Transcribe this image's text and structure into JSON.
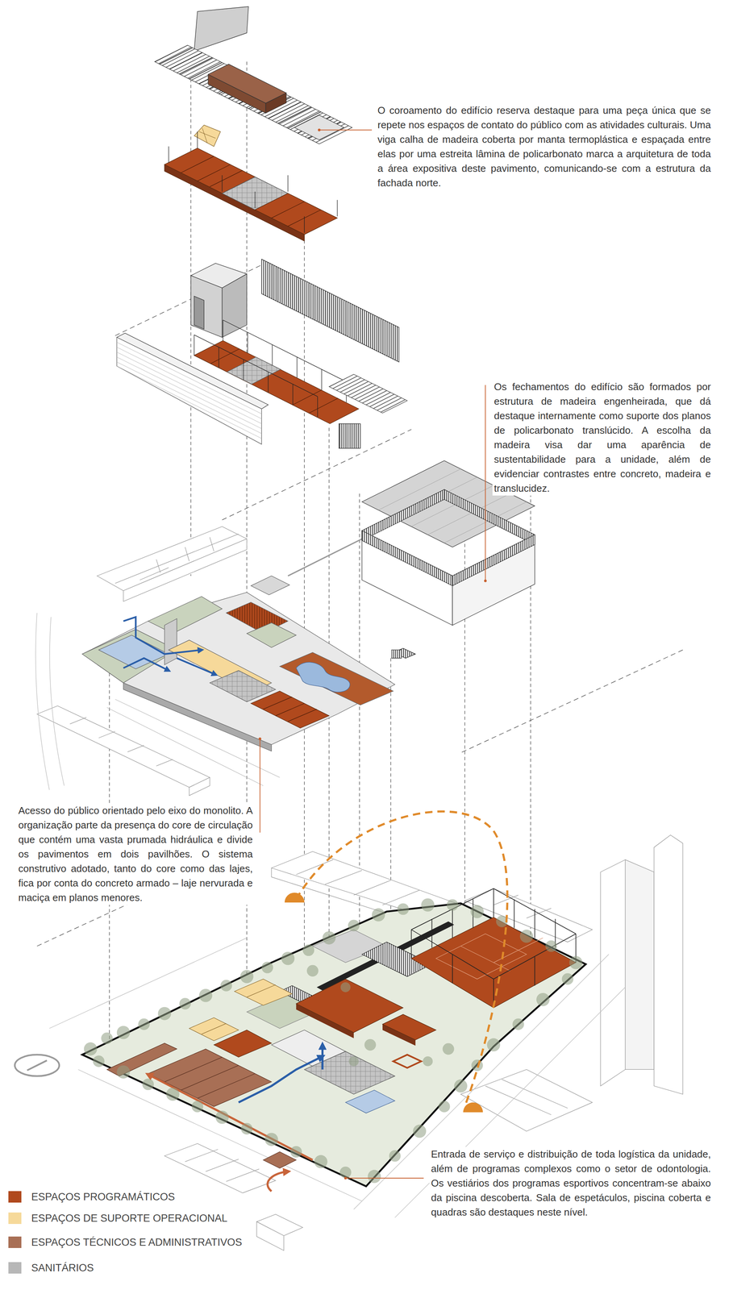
{
  "diagram": {
    "labels": [
      "O coroamento do edifício reserva destaque para uma peça única que se repete nos espaços de contato do público com as atividades culturais. Uma viga calha de madeira coberta por manta termoplástica e espaçada entre elas por uma estreita lâmina de policarbonato marca a arquitetura de toda a área expositiva deste pavimento, comunicando-se com a estrutura da fachada norte.",
      "Os fechamentos do edifício são formados por estrutura de madeira engenheirada, que dá destaque internamente como suporte dos planos de policarbonato translúcido. A escolha da madeira visa dar uma aparência de sustentabilidade para a unidade, além de evidenciar contrastes entre concreto, madeira e translucidez.",
      "Acesso do público orientado pelo eixo do monolito. A organização parte da presença do core de circulação que contém uma vasta prumada hidráulica e divide os pavimentos em dois pavilhões. O sistema construtivo adotado, tanto do core como das lajes, fica por conta do concreto armado – laje nervurada e maciça em planos menores.",
      "Entrada de serviço e distribuição de toda logística da unidade, além de programas complexos como o setor de odontologia. Os vestiários dos programas esportivos concentram-se abaixo da piscina descoberta. Sala de espetáculos, piscina coberta e quadras são destaques neste nível."
    ],
    "legend": [
      {
        "text": "ESPAÇOS PROGRAMÁTICOS",
        "color": "#b0491d"
      },
      {
        "text": "ESPAÇOS DE SUPORTE OPERACIONAL",
        "color": "#f6d99a"
      },
      {
        "text": "ESPAÇOS TÉCNICOS E ADMINISTRATIVOS",
        "color": "#a86f55"
      },
      {
        "text": "SANITÁRIOS",
        "color": "#b7b7b7"
      }
    ]
  }
}
